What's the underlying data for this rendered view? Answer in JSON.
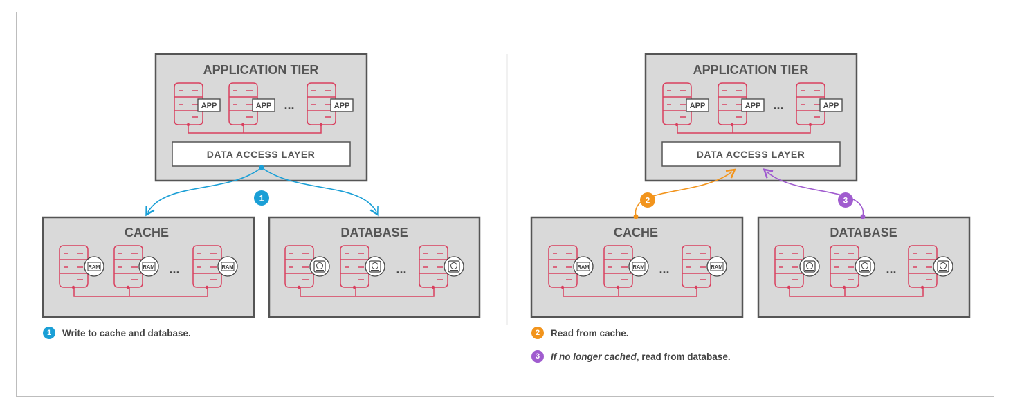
{
  "left": {
    "app_tier_title": "APPLICATION TIER",
    "app_label": "APP",
    "ellipsis": "...",
    "dal_label": "DATA ACCESS LAYER",
    "cache_title": "CACHE",
    "database_title": "DATABASE",
    "ram_label": "RAM",
    "badge": "1"
  },
  "right": {
    "app_tier_title": "APPLICATION TIER",
    "app_label": "APP",
    "ellipsis": "...",
    "dal_label": "DATA ACCESS LAYER",
    "cache_title": "CACHE",
    "database_title": "DATABASE",
    "ram_label": "RAM",
    "badge_read_cache": "2",
    "badge_read_db": "3"
  },
  "legend": {
    "item1": {
      "num": "1",
      "text": "Write to cache and database."
    },
    "item2": {
      "num": "2",
      "text": "Read from cache."
    },
    "item3": {
      "num": "3",
      "italic": "If no longer cached",
      "text": ", read from database."
    }
  },
  "colors": {
    "server": "#d9405f",
    "panel_fill": "#d9d9d9",
    "panel_stroke": "#555555",
    "write_arrow": "#1a9fd6",
    "read_cache": "#f2941c",
    "read_db": "#a05ccf",
    "text": "#555555"
  }
}
